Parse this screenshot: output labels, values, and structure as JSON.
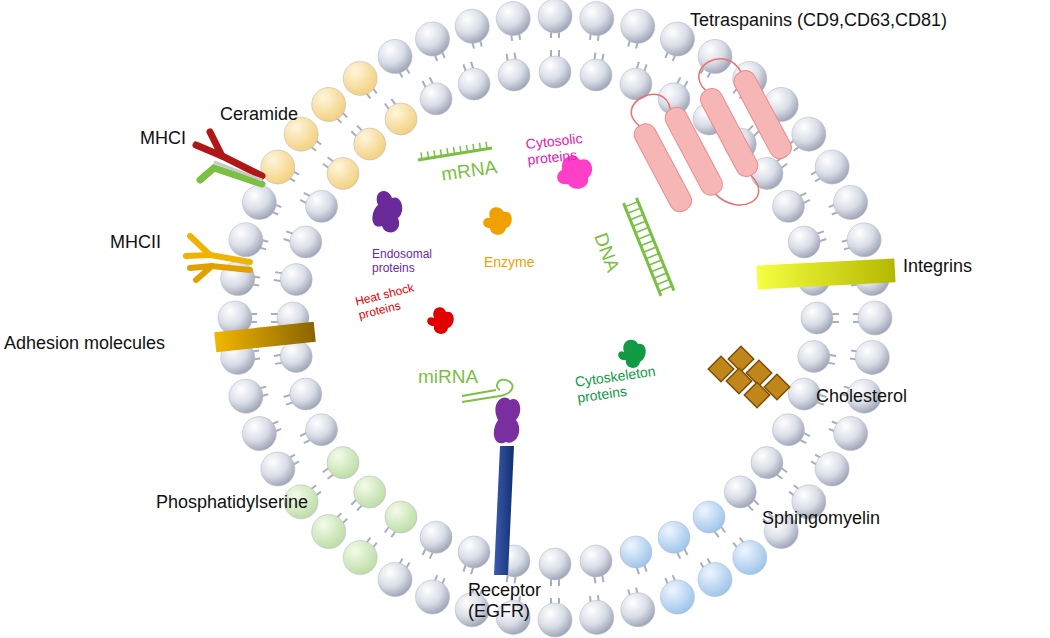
{
  "diagram": {
    "labels": [
      "Ceramide",
      "Tetraspanins (CD9,CD63,CD81)",
      "MHCI",
      "MHCII",
      "Adhesion molecules",
      "Integrins",
      "Cholesterol",
      "Phosphatidylserine",
      "Sphingomyelin",
      "Receptor (EGFR)",
      "mRNA",
      "Cytosolic proteins",
      "DNA",
      "Endosomal proteins",
      "Enzyme",
      "Heat shock proteins",
      "miRNA",
      "Cytoskeleton proteins"
    ]
  }
}
